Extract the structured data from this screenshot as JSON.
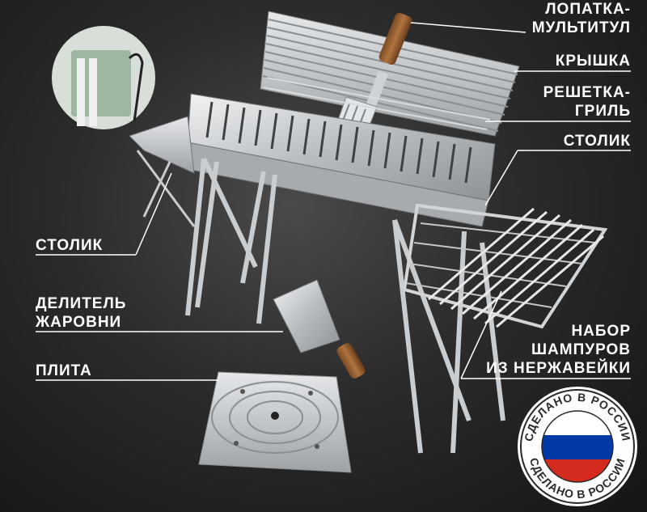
{
  "labels": {
    "spatula": [
      "ЛОПАТКА-",
      "МУЛЬТИТУЛ"
    ],
    "lid": "КРЫШКА",
    "grill_grate": [
      "РЕШЕТКА-",
      "ГРИЛЬ"
    ],
    "side_table_right": "СТОЛИК",
    "side_table_left": "СТОЛИК",
    "divider": [
      "ДЕЛИТЕЛЬ",
      "ЖАРОВНИ"
    ],
    "plate": "ПЛИТА",
    "skewers": [
      "НАБОР",
      "ШАМПУРОВ",
      "ИЗ НЕРЖАВЕЙКИ"
    ]
  },
  "seal": {
    "text_top": "СДЕЛАНО В РОССИИ",
    "text_bottom": "СДЕЛАНО В РОССИИ",
    "flag_colors": [
      "#ffffff",
      "#0039a6",
      "#d52b1e"
    ]
  },
  "colors": {
    "background": "#2b2b2b",
    "text": "#ffffff",
    "steel": "#c9cdd0"
  }
}
